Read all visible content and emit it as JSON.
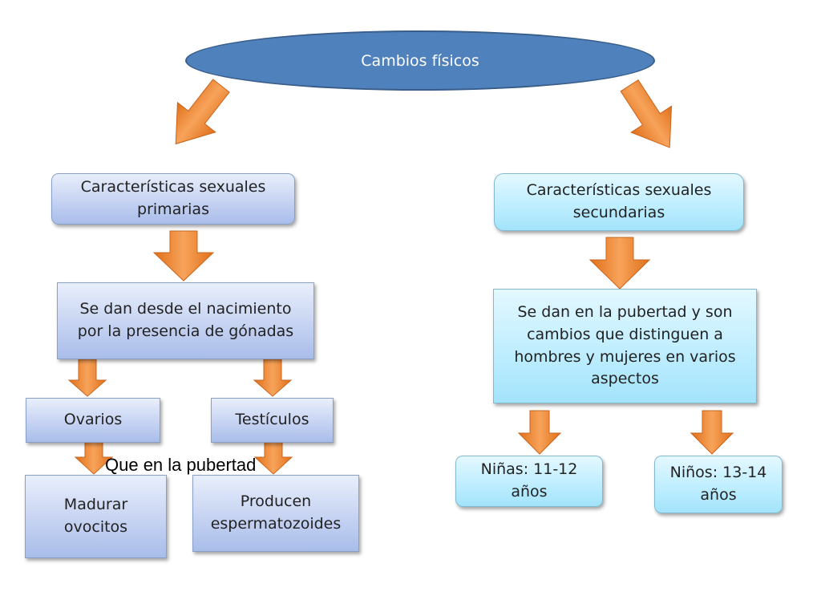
{
  "root": {
    "label": "Cambios físicos"
  },
  "primary": {
    "title": "Características sexuales\nprimarias",
    "description": "Se dan desde el nacimiento\npor la presencia de gónadas",
    "ovaries": "Ovarios",
    "testicles": "Testículos",
    "annotation": "Que en la pubertad",
    "ovaries_result": "Madurar\novocitos",
    "testicles_result": "Producen\nespermatozoides"
  },
  "secondary": {
    "title": "Características sexuales\nsecundarias",
    "description": "Se dan en la pubertad y son\ncambios que distinguen a\nhombres y mujeres en varios\naspectos",
    "girls": "Niñas: 11-12\naños",
    "boys": "Niños: 13-14\naños"
  },
  "colors": {
    "ellipse": "#4f81bd",
    "arrow": "#f0862b",
    "node_blue": "#c6d3f2",
    "node_cyan": "#bfeeff"
  }
}
